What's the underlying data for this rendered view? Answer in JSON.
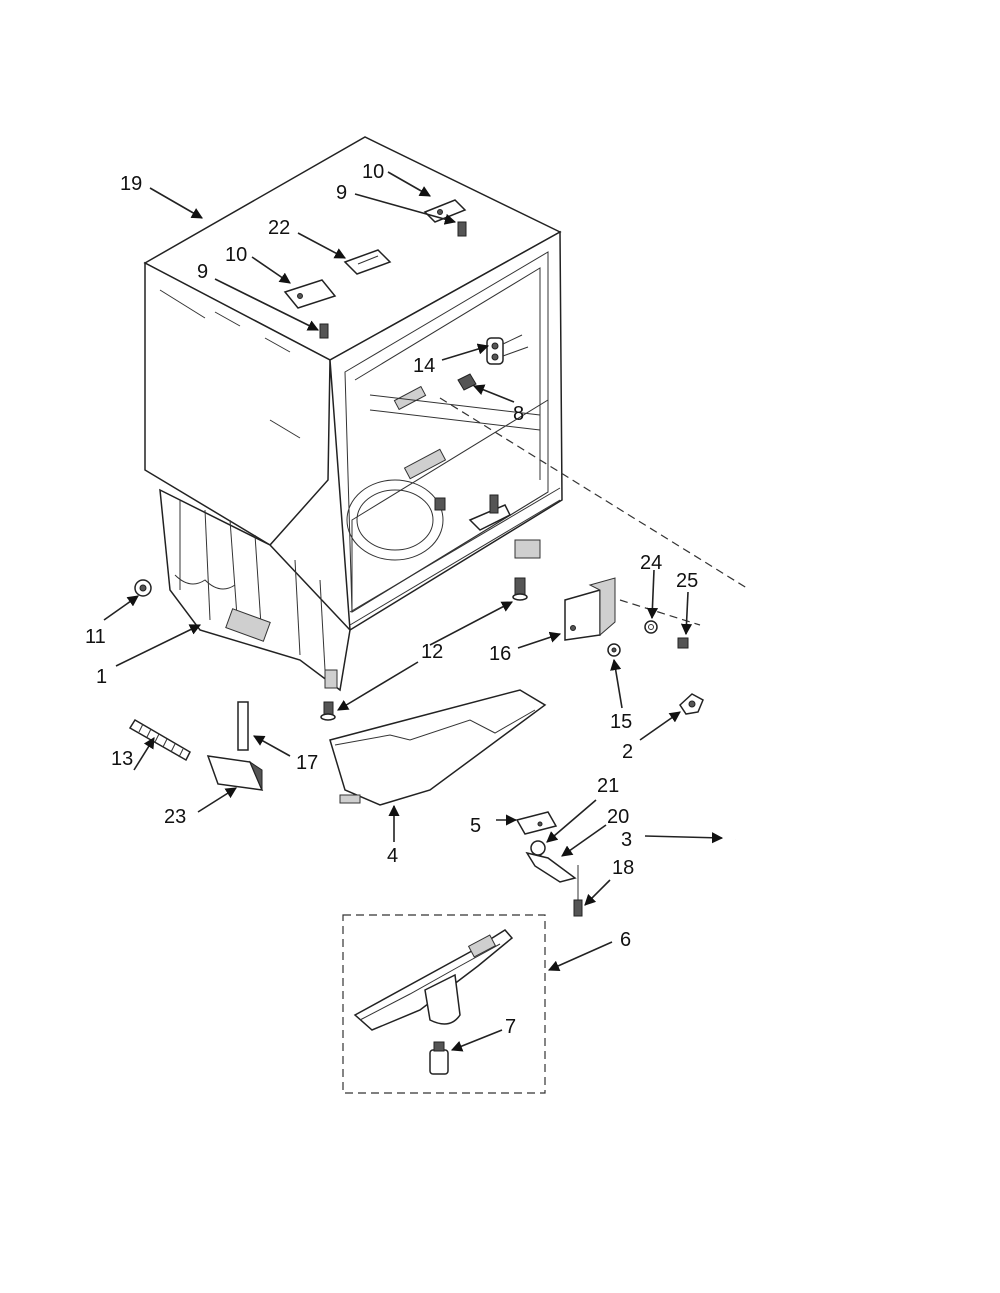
{
  "diagram": {
    "type": "exploded-parts-view",
    "callouts": [
      {
        "id": "c19",
        "text": "19"
      },
      {
        "id": "c10a",
        "text": "10"
      },
      {
        "id": "c9a",
        "text": "9"
      },
      {
        "id": "c22",
        "text": "22"
      },
      {
        "id": "c10b",
        "text": "10"
      },
      {
        "id": "c9b",
        "text": "9"
      },
      {
        "id": "c14",
        "text": "14"
      },
      {
        "id": "c8",
        "text": "8"
      },
      {
        "id": "c11",
        "text": "11"
      },
      {
        "id": "c1",
        "text": "1"
      },
      {
        "id": "c12",
        "text": "12"
      },
      {
        "id": "c24",
        "text": "24"
      },
      {
        "id": "c25",
        "text": "25"
      },
      {
        "id": "c16",
        "text": "16"
      },
      {
        "id": "c15",
        "text": "15"
      },
      {
        "id": "c2",
        "text": "2"
      },
      {
        "id": "c13",
        "text": "13"
      },
      {
        "id": "c17",
        "text": "17"
      },
      {
        "id": "c23",
        "text": "23"
      },
      {
        "id": "c4",
        "text": "4"
      },
      {
        "id": "c21",
        "text": "21"
      },
      {
        "id": "c5",
        "text": "5"
      },
      {
        "id": "c20",
        "text": "20"
      },
      {
        "id": "c3",
        "text": "3"
      },
      {
        "id": "c18",
        "text": "18"
      },
      {
        "id": "c6",
        "text": "6"
      },
      {
        "id": "c7",
        "text": "7"
      }
    ]
  }
}
